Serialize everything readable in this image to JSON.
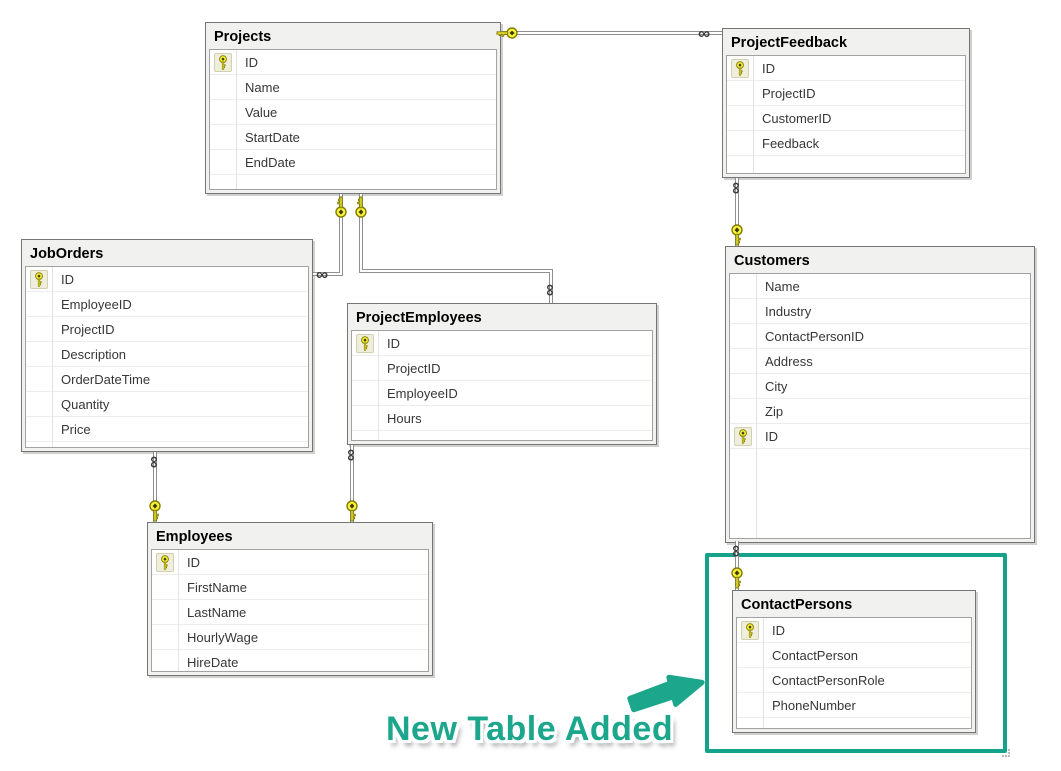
{
  "tables": [
    {
      "name": "Projects",
      "columns": [
        {
          "name": "ID",
          "pk": true
        },
        {
          "name": "Name",
          "pk": false
        },
        {
          "name": "Value",
          "pk": false
        },
        {
          "name": "StartDate",
          "pk": false
        },
        {
          "name": "EndDate",
          "pk": false
        }
      ]
    },
    {
      "name": "ProjectFeedback",
      "columns": [
        {
          "name": "ID",
          "pk": true
        },
        {
          "name": "ProjectID",
          "pk": false
        },
        {
          "name": "CustomerID",
          "pk": false
        },
        {
          "name": "Feedback",
          "pk": false
        }
      ]
    },
    {
      "name": "JobOrders",
      "columns": [
        {
          "name": "ID",
          "pk": true
        },
        {
          "name": "EmployeeID",
          "pk": false
        },
        {
          "name": "ProjectID",
          "pk": false
        },
        {
          "name": "Description",
          "pk": false
        },
        {
          "name": "OrderDateTime",
          "pk": false
        },
        {
          "name": "Quantity",
          "pk": false
        },
        {
          "name": "Price",
          "pk": false
        }
      ]
    },
    {
      "name": "ProjectEmployees",
      "columns": [
        {
          "name": "ID",
          "pk": true
        },
        {
          "name": "ProjectID",
          "pk": false
        },
        {
          "name": "EmployeeID",
          "pk": false
        },
        {
          "name": "Hours",
          "pk": false
        }
      ]
    },
    {
      "name": "Customers",
      "columns": [
        {
          "name": "Name",
          "pk": false
        },
        {
          "name": "Industry",
          "pk": false
        },
        {
          "name": "ContactPersonID",
          "pk": false
        },
        {
          "name": "Address",
          "pk": false
        },
        {
          "name": "City",
          "pk": false
        },
        {
          "name": "Zip",
          "pk": false
        },
        {
          "name": "ID",
          "pk": true
        }
      ]
    },
    {
      "name": "Employees",
      "columns": [
        {
          "name": "ID",
          "pk": true
        },
        {
          "name": "FirstName",
          "pk": false
        },
        {
          "name": "LastName",
          "pk": false
        },
        {
          "name": "HourlyWage",
          "pk": false
        },
        {
          "name": "HireDate",
          "pk": false
        }
      ]
    },
    {
      "name": "ContactPersons",
      "columns": [
        {
          "name": "ID",
          "pk": true
        },
        {
          "name": "ContactPerson",
          "pk": false
        },
        {
          "name": "ContactPersonRole",
          "pk": false
        },
        {
          "name": "PhoneNumber",
          "pk": false
        }
      ]
    }
  ],
  "relationships": [
    {
      "one": "Projects",
      "many": "ProjectFeedback"
    },
    {
      "one": "Projects",
      "many": "JobOrders"
    },
    {
      "one": "Projects",
      "many": "ProjectEmployees"
    },
    {
      "one": "Customers",
      "many": "ProjectFeedback"
    },
    {
      "one": "Employees",
      "many": "JobOrders"
    },
    {
      "one": "Employees",
      "many": "ProjectEmployees"
    },
    {
      "one": "ContactPersons",
      "many": "Customers"
    }
  ],
  "annotation": {
    "label": "New Table Added"
  },
  "highlight": {
    "target": "ContactPersons"
  },
  "icons": {
    "primary_key": "key-icon",
    "many_end": "infinity-icon",
    "one_end": "key-icon",
    "arrow": "arrow-up-right-icon"
  },
  "colors": {
    "annotation_teal": "#1CA78C",
    "highlight_border": "#14A38A",
    "pk_key_yellow": "#FBF23B",
    "table_header_bg": "#F1F1F0",
    "table_border": "#757575",
    "connector_gray": "#8F8F8F"
  }
}
